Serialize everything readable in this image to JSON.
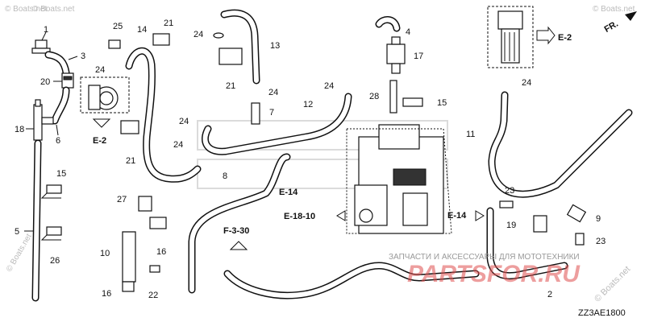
{
  "diagram": {
    "code": "ZZ3AE1800",
    "direction_label": "FR.",
    "part_numbers": [
      "1",
      "2",
      "3",
      "4",
      "5",
      "6",
      "7",
      "8",
      "9",
      "10",
      "11",
      "12",
      "13",
      "14",
      "15",
      "16",
      "17",
      "18",
      "19",
      "20",
      "21",
      "22",
      "23",
      "24",
      "25",
      "26",
      "27",
      "28"
    ],
    "refs": {
      "e2_left": "E-2",
      "e2_right": "E-2",
      "e14_center": "E-14",
      "e14_right": "E-14",
      "e18": "E-18-10",
      "f3": "F-3-30"
    }
  },
  "watermarks": {
    "corner": "© Boats.net",
    "side": "© Boats.net",
    "bottom_right": "© Boats.net",
    "site_small": "ЗАПЧАСТИ И АКСЕССУАРЫ ДЛЯ МОТОТЕХНИКИ",
    "site_big": "PARTSFOR.RU"
  }
}
